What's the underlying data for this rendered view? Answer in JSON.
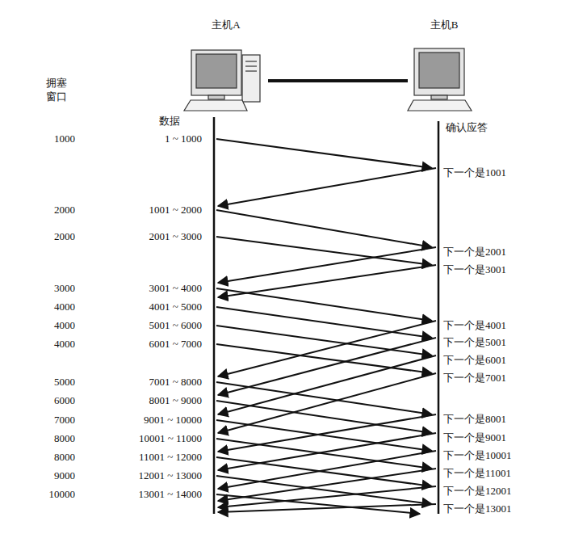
{
  "diagram": {
    "nodes": [
      {
        "text": [
          "主机A"
        ]
      },
      {
        "text": [
          "主机B"
        ]
      }
    ],
    "edges": [
      {
        "from": 0,
        "to": 1,
        "arrow": "none"
      }
    ],
    "labels": [
      "拥塞 窗口",
      "数据",
      "确认应答",
      "1000",
      "1 ~ 1000",
      "2000",
      "1001 ~ 2000",
      "2000",
      "2001 ~ 3000",
      "3000",
      "3001 ~ 4000",
      "4000",
      "4001 ~ 5000",
      "4000",
      "5001 ~ 6000",
      "4000",
      "6001 ~ 7000",
      "5000",
      "7001 ~ 8000",
      "6000",
      "8001 ~ 9000",
      "7000",
      "9001 ~ 10000",
      "8000",
      "10001 ~ 11000",
      "8000",
      "11001 ~ 12000",
      "9000",
      "12001 ~ 13000",
      "10000",
      "13001 ~ 14000",
      "下一个是1001",
      "下一个是2001",
      "下一个是3001",
      "下一个是4001",
      "下一个是5001",
      "下一个是6001",
      "下一个是7001",
      "下一个是8001",
      "下一个是9001",
      "下一个是10001",
      "下一个是11001",
      "下一个是12001",
      "下一个是13001"
    ]
  }
}
